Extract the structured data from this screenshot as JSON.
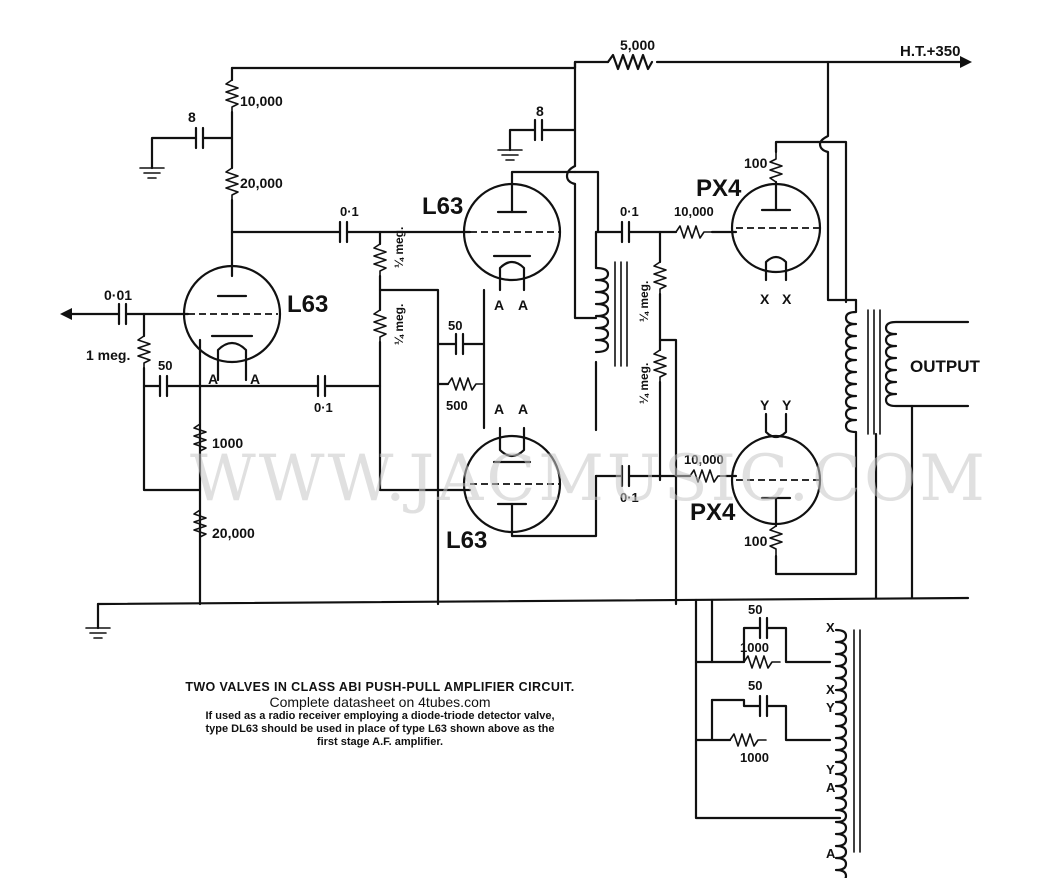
{
  "watermark": "WWW.JACMUSIC.COM",
  "labels": {
    "ht": "H.T.+350",
    "r_ht": "5,000",
    "c_decoup_1": "8",
    "r_10000": "10,000",
    "r_20000_top": "20,000",
    "c_decoup_2": "8",
    "c_coupling_1": "0·1",
    "c_input": "0·01",
    "r_input": "1 meg.",
    "c_cathode_1": "50",
    "c_coupling_2": "0·1",
    "r_1000": "1000",
    "r_20000_bottom": "20,000",
    "r_qmeg_1": "¼ meg.",
    "r_qmeg_2": "¼ meg.",
    "c_cathode_2": "50",
    "r_500": "500",
    "c_coupling_3": "0·1",
    "r_grid_px4_top": "10,000",
    "r_qmeg_3": "¼ meg.",
    "r_qmeg_4": "¼ meg.",
    "c_coupling_4": "0·1",
    "r_grid_px4_bottom": "10,000",
    "r_100_top": "100",
    "r_100_bottom": "100",
    "output": "OUTPUT",
    "c_bias_1": "50",
    "r_bias_1": "1000",
    "c_bias_2": "50",
    "r_bias_2": "1000",
    "heater_x": "X",
    "heater_y": "Y",
    "heater_a": "A",
    "pin_a": "A",
    "pin_x": "X",
    "pin_y": "Y"
  },
  "valves": {
    "v1": "L63",
    "v2": "L63",
    "v3": "L63",
    "v4": "PX4",
    "v5": "PX4"
  },
  "caption": {
    "title": "TWO VALVES IN CLASS ABI PUSH-PULL AMPLIFIER CIRCUIT.",
    "source": "Complete datasheet on 4tubes.com",
    "note_1": "If used as a radio receiver employing a diode-triode detector valve,",
    "note_2": "type DL63 should be used in place of type L63 shown above as the",
    "note_3": "first stage A.F. amplifier."
  }
}
